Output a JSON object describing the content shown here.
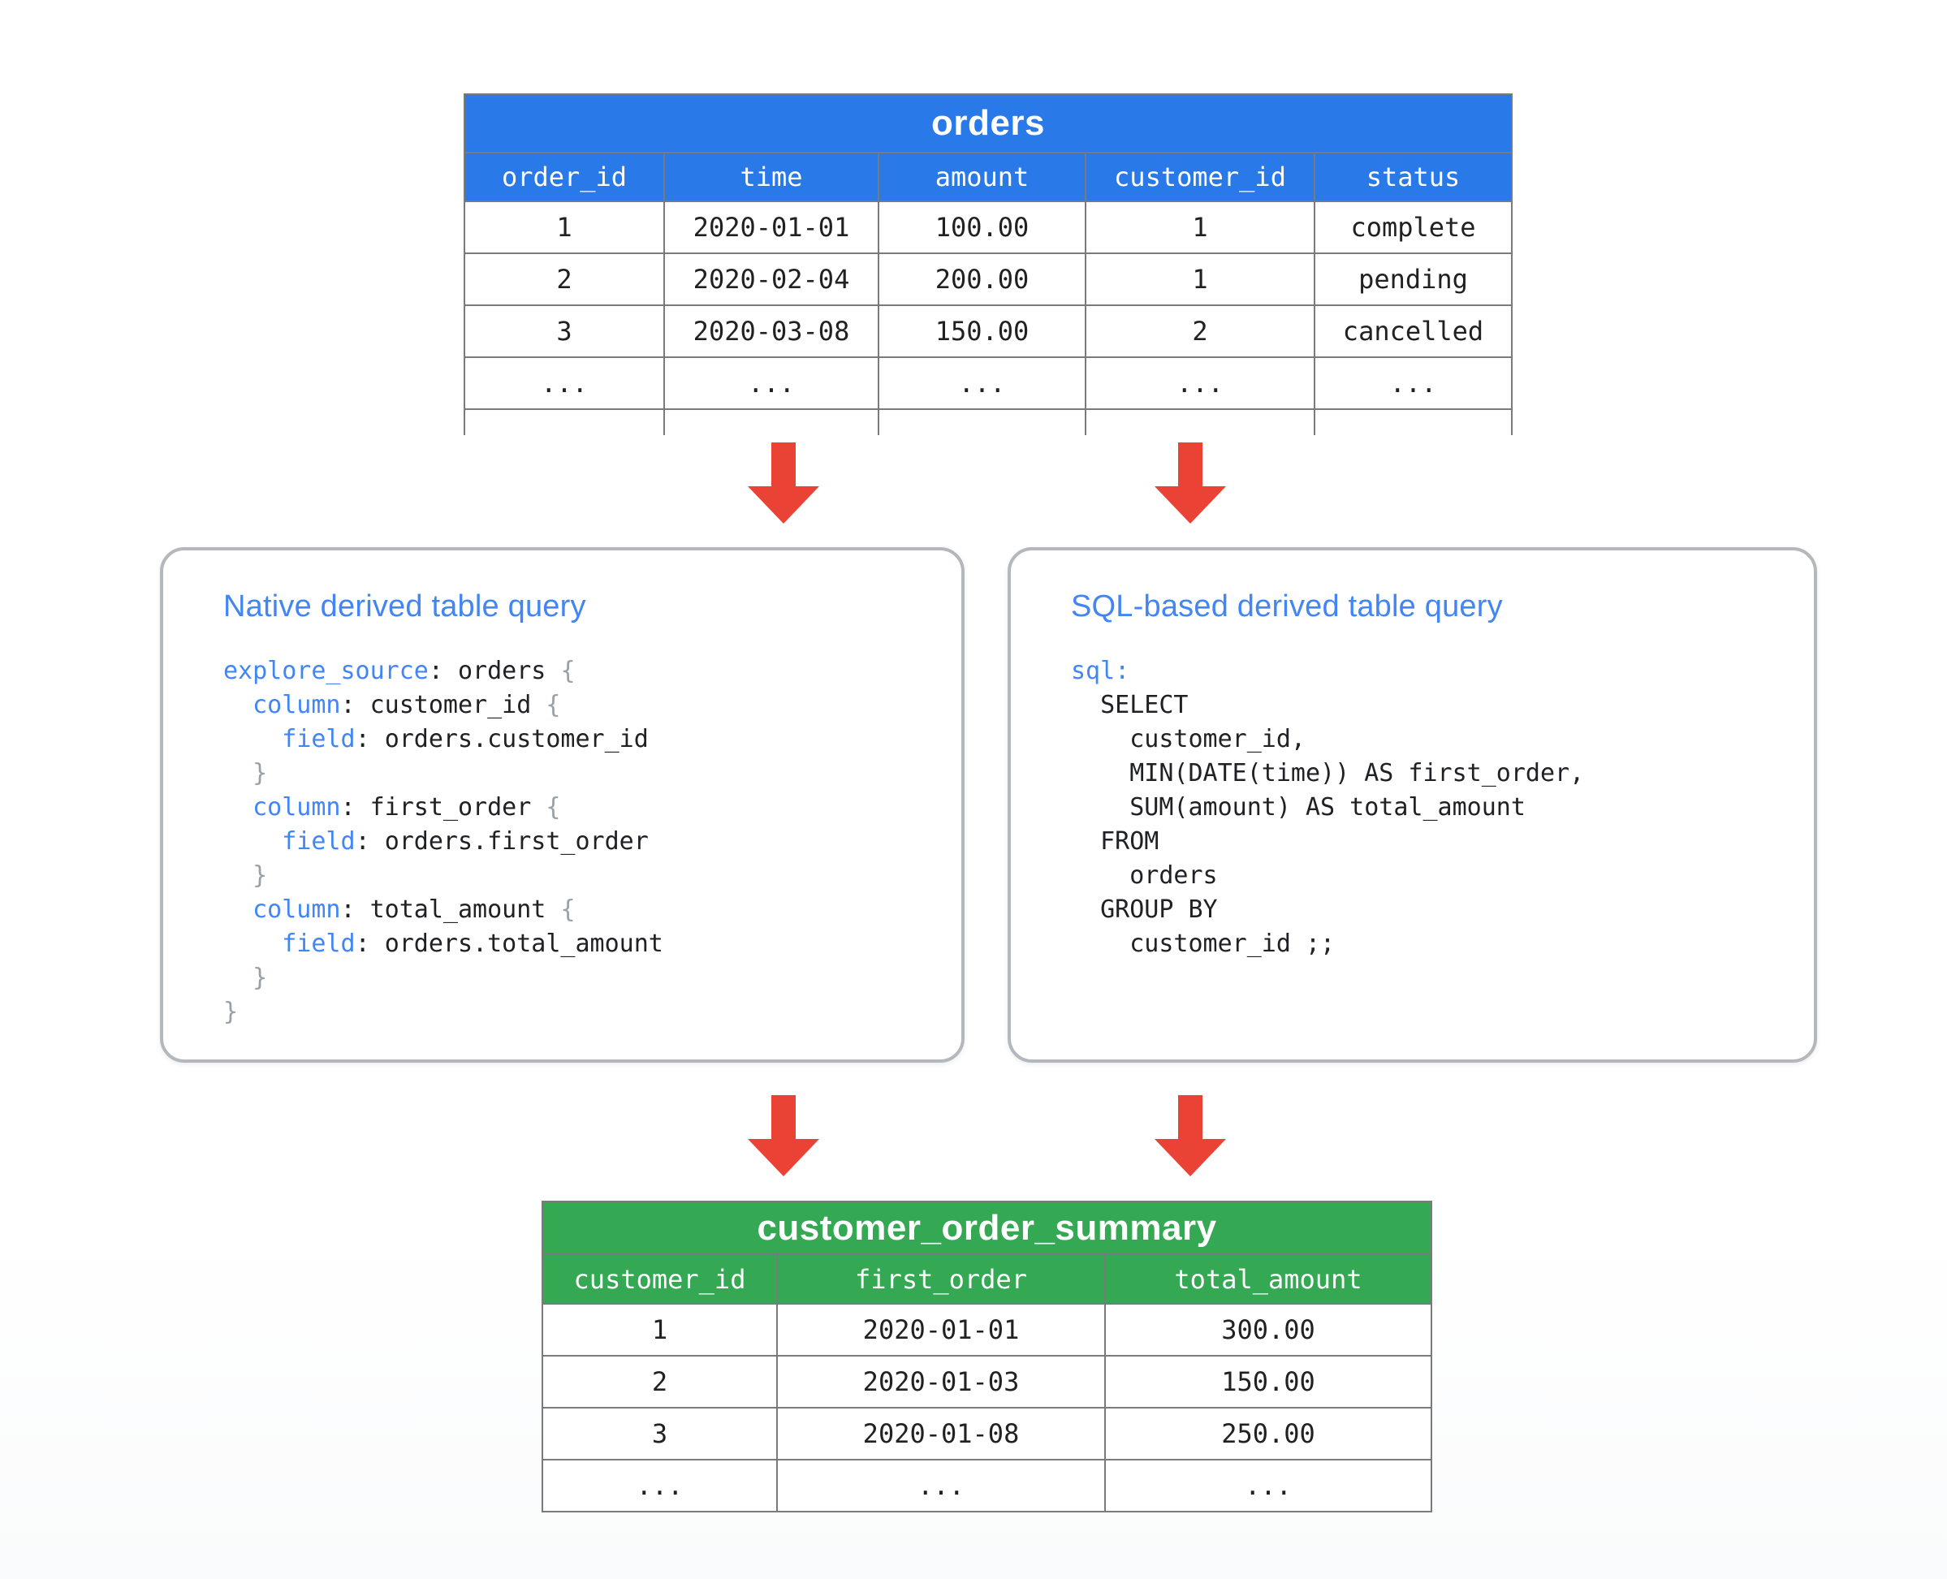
{
  "colors": {
    "blue": "#2979e8",
    "green": "#34a853",
    "red": "#ea4335",
    "keyword_blue": "#4285f4",
    "brace_gray": "#9aa0a6",
    "table_border": "#7a7a7a"
  },
  "orders_table": {
    "title": "orders",
    "columns": [
      "order_id",
      "time",
      "amount",
      "customer_id",
      "status"
    ],
    "rows": [
      [
        "1",
        "2020-01-01",
        "100.00",
        "1",
        "complete"
      ],
      [
        "2",
        "2020-02-04",
        "200.00",
        "1",
        "pending"
      ],
      [
        "3",
        "2020-03-08",
        "150.00",
        "2",
        "cancelled"
      ],
      [
        "...",
        "...",
        "...",
        "...",
        "..."
      ],
      [
        "",
        "",
        "",
        "",
        ""
      ]
    ]
  },
  "native_box": {
    "title": "Native derived table query",
    "code": [
      [
        {
          "t": "explore_source",
          "c": "kw"
        },
        {
          "t": ": ",
          "c": "p"
        },
        {
          "t": "orders ",
          "c": "v"
        },
        {
          "t": "{",
          "c": "br"
        }
      ],
      [
        {
          "t": "  ",
          "c": "p"
        },
        {
          "t": "column",
          "c": "kw"
        },
        {
          "t": ": ",
          "c": "p"
        },
        {
          "t": "customer_id ",
          "c": "v"
        },
        {
          "t": "{",
          "c": "br"
        }
      ],
      [
        {
          "t": "    ",
          "c": "p"
        },
        {
          "t": "field",
          "c": "kw"
        },
        {
          "t": ": ",
          "c": "p"
        },
        {
          "t": "orders.customer_id",
          "c": "v"
        }
      ],
      [
        {
          "t": "  }",
          "c": "br"
        }
      ],
      [
        {
          "t": "  ",
          "c": "p"
        },
        {
          "t": "column",
          "c": "kw"
        },
        {
          "t": ": ",
          "c": "p"
        },
        {
          "t": "first_order ",
          "c": "v"
        },
        {
          "t": "{",
          "c": "br"
        }
      ],
      [
        {
          "t": "    ",
          "c": "p"
        },
        {
          "t": "field",
          "c": "kw"
        },
        {
          "t": ": ",
          "c": "p"
        },
        {
          "t": "orders.first_order",
          "c": "v"
        }
      ],
      [
        {
          "t": "  }",
          "c": "br"
        }
      ],
      [
        {
          "t": "  ",
          "c": "p"
        },
        {
          "t": "column",
          "c": "kw"
        },
        {
          "t": ": ",
          "c": "p"
        },
        {
          "t": "total_amount ",
          "c": "v"
        },
        {
          "t": "{",
          "c": "br"
        }
      ],
      [
        {
          "t": "    ",
          "c": "p"
        },
        {
          "t": "field",
          "c": "kw"
        },
        {
          "t": ": ",
          "c": "p"
        },
        {
          "t": "orders.total_amount",
          "c": "v"
        }
      ],
      [
        {
          "t": "  }",
          "c": "br"
        }
      ],
      [
        {
          "t": "}",
          "c": "br"
        }
      ]
    ]
  },
  "sql_box": {
    "title": "SQL-based derived table query",
    "code": [
      [
        {
          "t": "sql:",
          "c": "kwb"
        }
      ],
      [
        {
          "t": "  SELECT",
          "c": "v"
        }
      ],
      [
        {
          "t": "    customer_id,",
          "c": "v"
        }
      ],
      [
        {
          "t": "    MIN(DATE(time)) AS first_order,",
          "c": "v"
        }
      ],
      [
        {
          "t": "    SUM(amount) AS total_amount",
          "c": "v"
        }
      ],
      [
        {
          "t": "  FROM",
          "c": "v"
        }
      ],
      [
        {
          "t": "    orders",
          "c": "v"
        }
      ],
      [
        {
          "t": "  GROUP BY",
          "c": "v"
        }
      ],
      [
        {
          "t": "    customer_id ;;",
          "c": "v"
        }
      ]
    ]
  },
  "summary_table": {
    "title": "customer_order_summary",
    "columns": [
      "customer_id",
      "first_order",
      "total_amount"
    ],
    "rows": [
      [
        "1",
        "2020-01-01",
        "300.00"
      ],
      [
        "2",
        "2020-01-03",
        "150.00"
      ],
      [
        "3",
        "2020-01-08",
        "250.00"
      ],
      [
        "...",
        "...",
        "..."
      ]
    ]
  }
}
